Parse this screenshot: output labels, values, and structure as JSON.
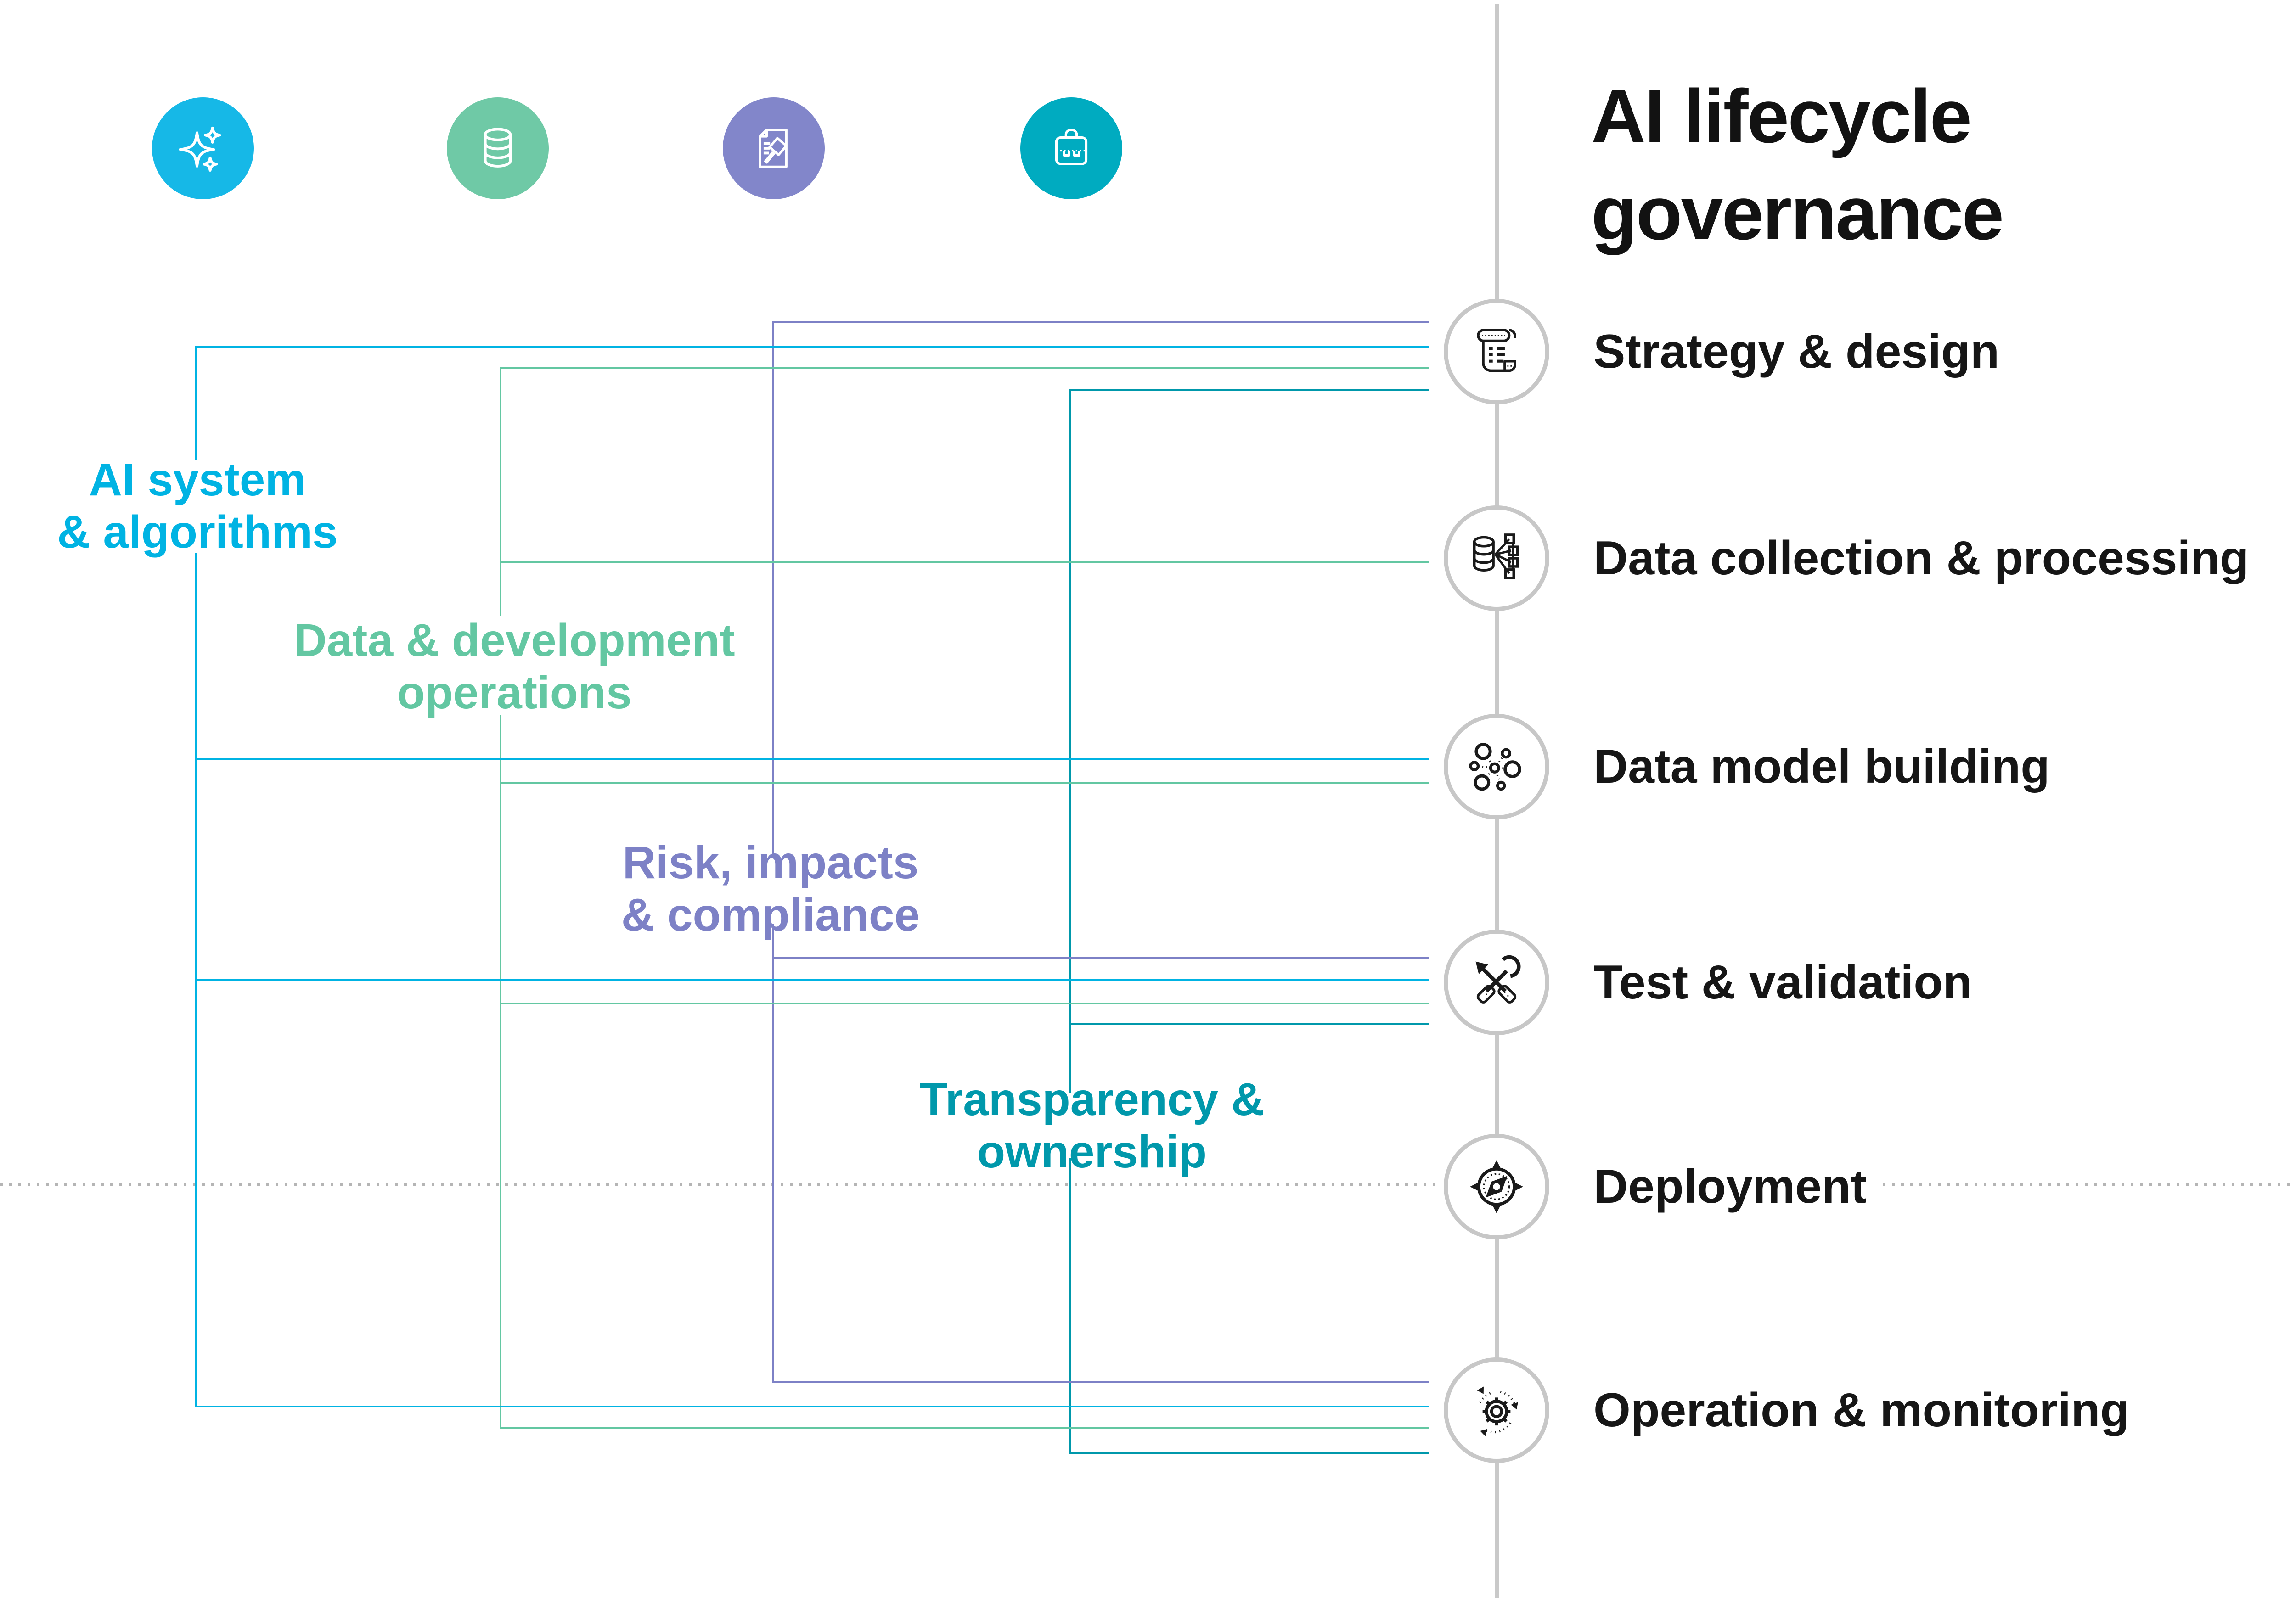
{
  "title": "AI lifecycle\ngovernance",
  "colors": {
    "ai_system_cyan": "#00b3e3",
    "data_dev_green": "#63c7a2",
    "risk_purple": "#7d81c6",
    "transparency_teal": "#0098ab",
    "teal_icon_bg": "#00abc0",
    "cyan_icon_bg": "#16b8e7",
    "green_icon_bg": "#6fc9a6",
    "purple_icon_bg": "#8286ca",
    "timeline_gray": "#c9c9c9",
    "node_border_gray": "#c7c7c7",
    "dotted_line_gray": "#b5b5b5",
    "title_black": "#121212"
  },
  "categories": [
    {
      "label": "AI system\n& algorithms",
      "icon": "sparkles-icon",
      "color": "#00b3e3",
      "connects_to": [
        "Strategy & design",
        "Data model building",
        "Test & validation",
        "Operation & monitoring"
      ]
    },
    {
      "label": "Data & development\noperations",
      "icon": "database-icon",
      "color": "#63c7a2",
      "connects_to": [
        "Strategy & design",
        "Data collection & processing",
        "Data model building",
        "Test & validation",
        "Operation & monitoring"
      ]
    },
    {
      "label": "Risk, impacts\n& compliance",
      "icon": "document-gavel-icon",
      "color": "#7d81c6",
      "connects_to": [
        "Strategy & design",
        "Test & validation",
        "Operation & monitoring"
      ]
    },
    {
      "label": "Transparency &\nownership",
      "icon": "briefcase-icon",
      "color": "#0098ab",
      "connects_to": [
        "Strategy & design",
        "Test & validation",
        "Operation & monitoring"
      ]
    }
  ],
  "stages": [
    {
      "label": "Strategy & design",
      "icon": "scroll-icon"
    },
    {
      "label": "Data collection & processing",
      "icon": "data-flow-icon"
    },
    {
      "label": "Data model building",
      "icon": "network-dots-icon"
    },
    {
      "label": "Test & validation",
      "icon": "tools-icon"
    },
    {
      "label": "Deployment",
      "icon": "compass-icon"
    },
    {
      "label": "Operation & monitoring",
      "icon": "rotating-gear-icon"
    }
  ]
}
